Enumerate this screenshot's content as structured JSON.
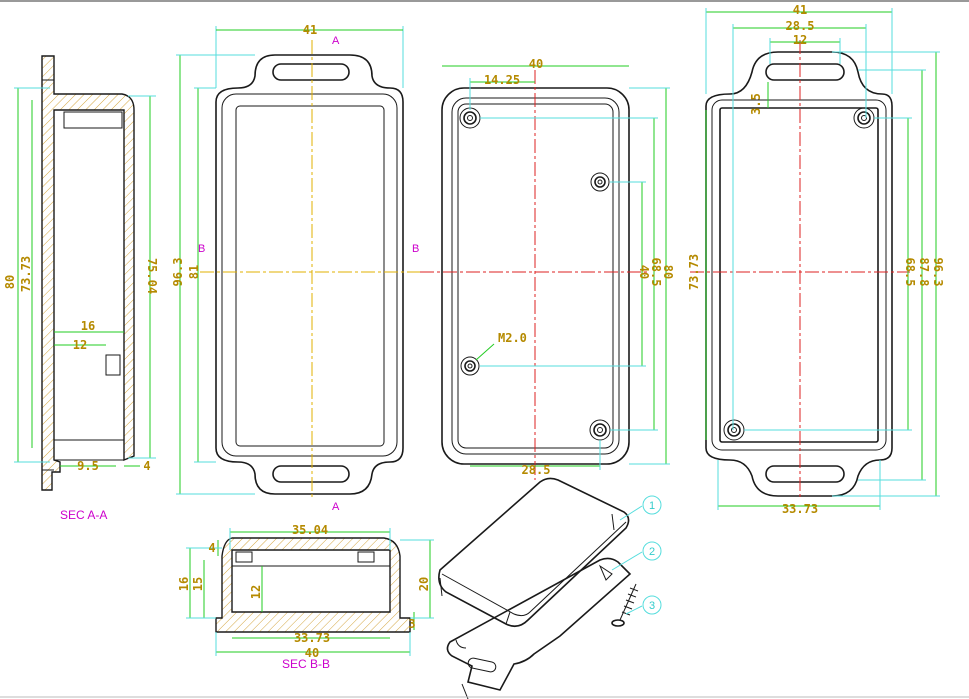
{
  "views": {
    "side_section": {
      "label": "SEC A-A",
      "dims": [
        "80",
        "73.73",
        "75.04",
        "16",
        "12",
        "9.5",
        "4"
      ]
    },
    "front_view": {
      "dims": [
        "41",
        "96.3",
        "81"
      ],
      "section_marks": [
        "A",
        "A",
        "B",
        "B"
      ]
    },
    "inner_view": {
      "dims": [
        "40",
        "14.25",
        "40",
        "68.5",
        "80",
        "28.5"
      ],
      "hole_label": "M2.0"
    },
    "back_view": {
      "dims": [
        "41",
        "28.5",
        "12",
        "3.5",
        "73.73",
        "68.5",
        "87.8",
        "96.3",
        "33.73"
      ]
    },
    "bottom_section": {
      "label": "SEC B-B",
      "dims": [
        "35.04",
        "4",
        "16",
        "15",
        "12",
        "20",
        "33.73",
        "40",
        "3"
      ]
    }
  },
  "callouts": [
    "1",
    "2",
    "3"
  ],
  "colors": {
    "outline": "#1a1a1a",
    "dimension_line": "#22cc22",
    "extension_line": "#55dddd",
    "dimension_text": "#b58a00",
    "center_line": "#dd2222",
    "section_line": "#e0b000",
    "section_label": "#cc00cc"
  }
}
